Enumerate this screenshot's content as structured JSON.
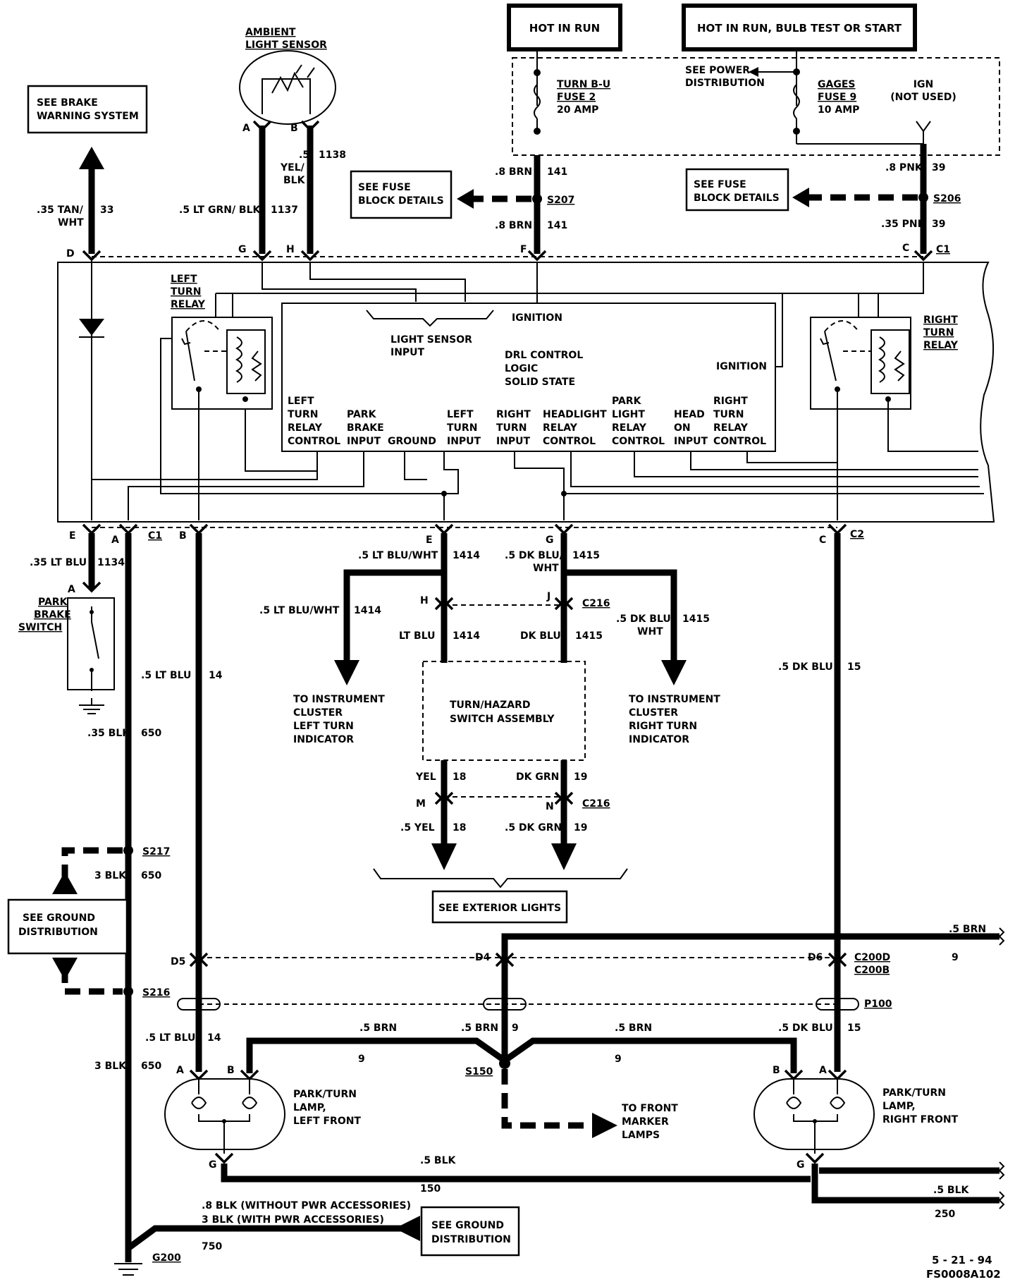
{
  "boxes": {
    "hot_in_run": "HOT IN RUN",
    "hot_in_run_bulb": "HOT IN RUN, BULB TEST OR START",
    "see_power_1": "SEE POWER",
    "see_power_2": "DISTRIBUTION",
    "see_brake_1": "SEE BRAKE",
    "see_brake_2": "WARNING SYSTEM",
    "fuse_details_1": "SEE FUSE",
    "fuse_details_2": "BLOCK DETAILS",
    "ground_dist_1": "SEE  GROUND",
    "ground_dist_2": "DISTRIBUTION",
    "ground_dist2_1": "SEE GROUND",
    "ground_dist2_2": "DISTRIBUTION",
    "exterior_lights": "SEE EXTERIOR LIGHTS"
  },
  "components": {
    "ambient_1": "AMBIENT",
    "ambient_2": "LIGHT SENSOR",
    "turn_bu_fuse_1": "TURN B-U",
    "turn_bu_fuse_2": "FUSE 2",
    "turn_bu_fuse_3": "20 AMP",
    "gages_fuse_1": "GAGES",
    "gages_fuse_2": "FUSE 9",
    "gages_fuse_3": "10 AMP",
    "ign_1": "IGN",
    "ign_2": "(NOT USED)",
    "left_relay_1": "LEFT",
    "left_relay_2": "TURN",
    "left_relay_3": "RELAY",
    "right_relay_1": "RIGHT",
    "right_relay_2": "TURN",
    "right_relay_3": "RELAY",
    "drl_ignition": "IGNITION",
    "drl_ignition2": "IGNITION",
    "light_sensor_input_1": "LIGHT SENSOR",
    "light_sensor_input_2": "INPUT",
    "drl_1": "DRL CONTROL",
    "drl_2": "LOGIC",
    "drl_3": "SOLID STATE",
    "park_brake_switch_1": "PARK",
    "park_brake_switch_2": "BRAKE",
    "park_brake_switch_3": "SWITCH",
    "turn_hazard_1": "TURN/HAZARD",
    "turn_hazard_2": "SWITCH ASSEMBLY",
    "to_cluster_left": [
      "TO INSTRUMENT",
      "CLUSTER",
      "LEFT TURN",
      "INDICATOR"
    ],
    "to_cluster_right": [
      "TO INSTRUMENT",
      "CLUSTER",
      "RIGHT TURN",
      "INDICATOR"
    ],
    "to_front_marker": [
      "TO FRONT",
      "MARKER",
      "LAMPS"
    ],
    "lamp_left": [
      "PARK/TURN",
      "LAMP,",
      "LEFT FRONT"
    ],
    "lamp_right": [
      "PARK/TURN",
      "LAMP,",
      "RIGHT FRONT"
    ]
  },
  "module_inputs": [
    [
      "LEFT",
      "TURN",
      "RELAY",
      "CONTROL"
    ],
    [
      "PARK",
      "BRAKE",
      "INPUT"
    ],
    [
      "GROUND"
    ],
    [
      "LEFT",
      "TURN",
      "INPUT"
    ],
    [
      "RIGHT",
      "TURN",
      "INPUT"
    ],
    [
      "HEADLIGHT",
      "RELAY",
      "CONTROL"
    ],
    [
      "PARK",
      "LIGHT",
      "RELAY",
      "CONTROL"
    ],
    [
      "HEAD",
      "ON",
      "INPUT"
    ],
    [
      "RIGHT",
      "TURN",
      "RELAY",
      "CONTROL"
    ]
  ],
  "wires": {
    "w141a": ".8 BRN",
    "n141a": "141",
    "w141b": ".8 BRN",
    "n141b": "141",
    "w39a": ".8 PNK",
    "n39a": "39",
    "w39b": ".35 PNK",
    "n39b": "39",
    "w33a": ".35 TAN/",
    "w33b": "WHT",
    "n33": "33",
    "w1137": ".5 LT GRN/ BLK",
    "n1137": "1137",
    "w1138a": ".5",
    "w1138b": "YEL/",
    "w1138c": "BLK",
    "n1138": "1138",
    "w1134": ".35 LT BLU",
    "n1134": "1134",
    "w1414": ".5 LT BLU/WHT",
    "n1414": "1414",
    "w1415a": ".5 DK BLU/",
    "w1415b": "WHT",
    "n1415": "1415",
    "w1414b": ".5 LT BLU/WHT",
    "n1414b": "1414",
    "w1415c": ".5 DK BLU/",
    "w1415d": "WHT",
    "n1415b": "1415",
    "wltblu": "LT BLU",
    "nltblu": "1414",
    "wdkblu": "DK BLU",
    "ndkblu": "1415",
    "w14": ".5 LT BLU",
    "n14": "14",
    "w15": ".5 DK BLU",
    "n15": "15",
    "w650a": ".35 BLK",
    "n650a": "650",
    "w650b": "3 BLK",
    "n650b": "650",
    "w650c": "3 BLK",
    "n650c": "650",
    "w18": "YEL",
    "n18": "18",
    "w19": "DK GRN",
    "n19": "19",
    "w18b": ".5 YEL",
    "n18b": "18",
    "w19b": ".5 DK GRN",
    "n19b": "19",
    "w9a": ".5 BRN",
    "n9a": "9",
    "w9b": ".5 BRN",
    "n9b": "9",
    "w9c": ".5 BRN",
    "n9c": "9",
    "w9d": ".5 BRN",
    "n9d": "9",
    "w14b": ".5 LT BLU",
    "n14b": "14",
    "w15b": ".5 DK BLU",
    "n15b": "15",
    "w150": ".5 BLK",
    "n150": "150",
    "w250": ".5 BLK",
    "n250": "250",
    "w750a": ".8 BLK  (WITHOUT PWR ACCESSORIES)",
    "w750b": "3 BLK  (WITH PWR ACCESSORIES)",
    "n750": "750"
  },
  "connectors": {
    "s207": "S207",
    "s206": "S206",
    "s217": "S217",
    "s216": "S216",
    "s150": "S150",
    "c1top": "C1",
    "c1bot": "C1",
    "c2": "C2",
    "c216a": "C216",
    "c216b": "C216",
    "c200d": "C200D",
    "c200b": "C200B",
    "p100": "P100",
    "g200": "G200",
    "pinD": "D",
    "pinG": "G",
    "pinH": "H",
    "pinF": "F",
    "pinC": "C",
    "pinA": "A",
    "pinB": "B",
    "pinE2": "E",
    "pinA2": "A",
    "pinB2": "B",
    "pinE3": "E",
    "pinG3": "G",
    "pinC3": "C",
    "pinA4": "A",
    "pinH5": "H",
    "pinJ5": "J",
    "pinM": "M",
    "pinN": "N",
    "pinD5": "D5",
    "pinD4": "D4",
    "pinD6": "D6",
    "pinA6": "A",
    "pinB6": "B",
    "pinG6": "G",
    "pinA7": "A",
    "pinB7": "B",
    "pinG7": "G"
  },
  "footer": {
    "date": "5 - 21 - 94",
    "code": "FS0008A102"
  }
}
